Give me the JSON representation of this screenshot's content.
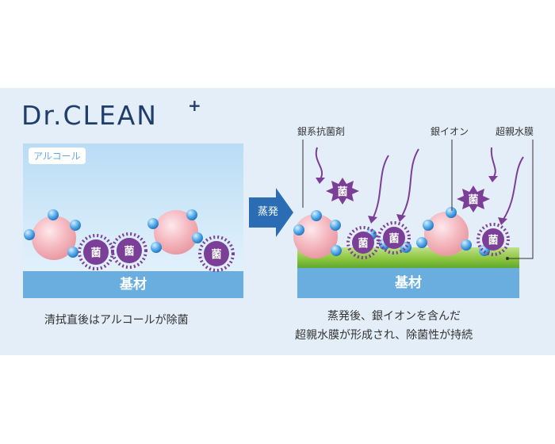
{
  "brand": {
    "logo_text": "Dr.CLEAN",
    "logo_plus": "+"
  },
  "left_panel": {
    "alcohol_tag": "アルコール",
    "base_label": "基材",
    "caption": "清拭直後はアルコールが除菌"
  },
  "transition": {
    "label": "蒸発"
  },
  "right_panel": {
    "callouts": {
      "agent": "銀系抗菌剤",
      "ion": "銀イオン",
      "film": "超親水膜"
    },
    "base_label": "基材",
    "caption_line1": "蒸発後、銀イオンを含んだ",
    "caption_line2": "超親水膜が形成され、除菌性が持続"
  },
  "germ_label": "菌",
  "colors": {
    "background_band": "#e4eef9",
    "base": "#6aaee0",
    "film": "#8cc63f",
    "germ": "#7b3f98",
    "sphere": "#f4b6bd",
    "ion": "#3a92d8",
    "arrow": "#2a6db4",
    "logo": "#1f3f6a"
  }
}
